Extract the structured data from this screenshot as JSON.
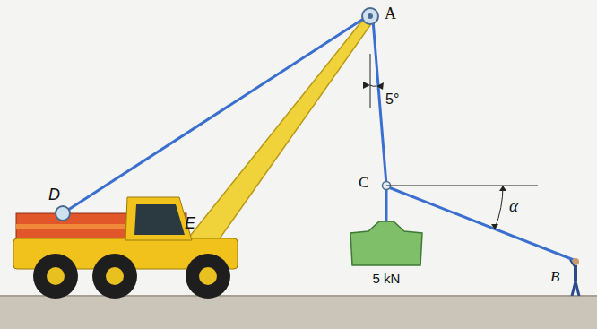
{
  "diagram": {
    "nodes": [
      {
        "text": [
          "5 kN"
        ]
      }
    ],
    "labels": [
      "A",
      "5°",
      "C",
      "α",
      "B",
      "D",
      "E"
    ]
  }
}
